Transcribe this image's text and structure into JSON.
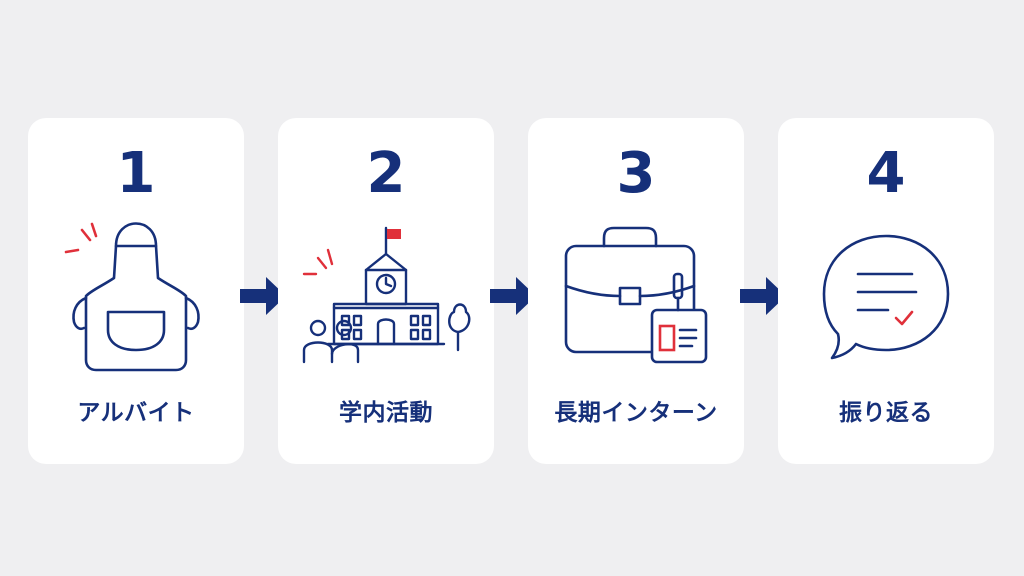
{
  "steps": [
    {
      "number": "1",
      "label": "アルバイト",
      "icon": "apron-icon"
    },
    {
      "number": "2",
      "label": "学内活動",
      "icon": "school-building-icon"
    },
    {
      "number": "3",
      "label": "長期インターン",
      "icon": "briefcase-icon"
    },
    {
      "number": "4",
      "label": "振り返る",
      "icon": "speech-bubble-checklist-icon"
    }
  ],
  "colors": {
    "navy": "#16307a",
    "accent_red": "#e0303a",
    "card_bg": "#ffffff",
    "page_bg": "#efeff1"
  }
}
